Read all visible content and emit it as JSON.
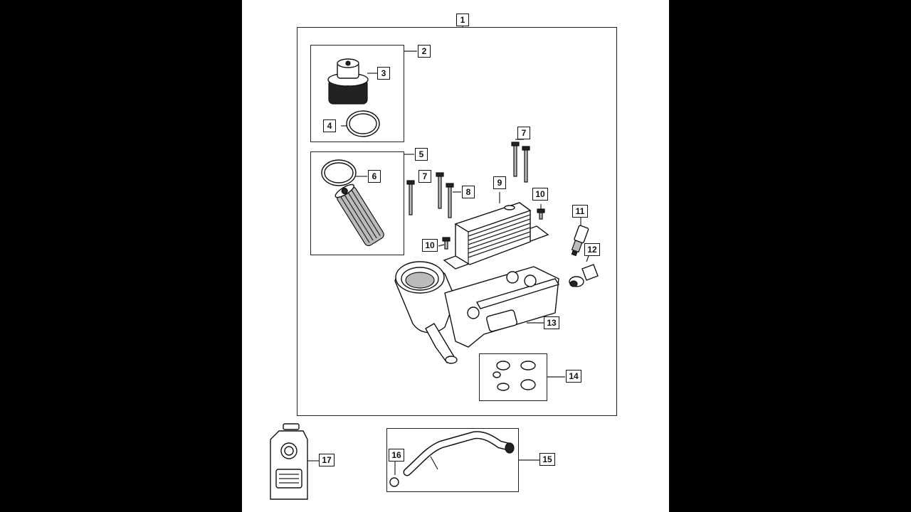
{
  "diagram": {
    "callouts": {
      "c1": "1",
      "c2": "2",
      "c3": "3",
      "c4": "4",
      "c5": "5",
      "c6": "6",
      "c7a": "7",
      "c7b": "7",
      "c8": "8",
      "c9": "9",
      "c10a": "10",
      "c10b": "10",
      "c11": "11",
      "c12": "12",
      "c13": "13",
      "c14": "14",
      "c15": "15",
      "c16": "16",
      "c17": "17"
    },
    "colors": {
      "background": "#000000",
      "page": "#ffffff",
      "ink": "#111111"
    }
  }
}
